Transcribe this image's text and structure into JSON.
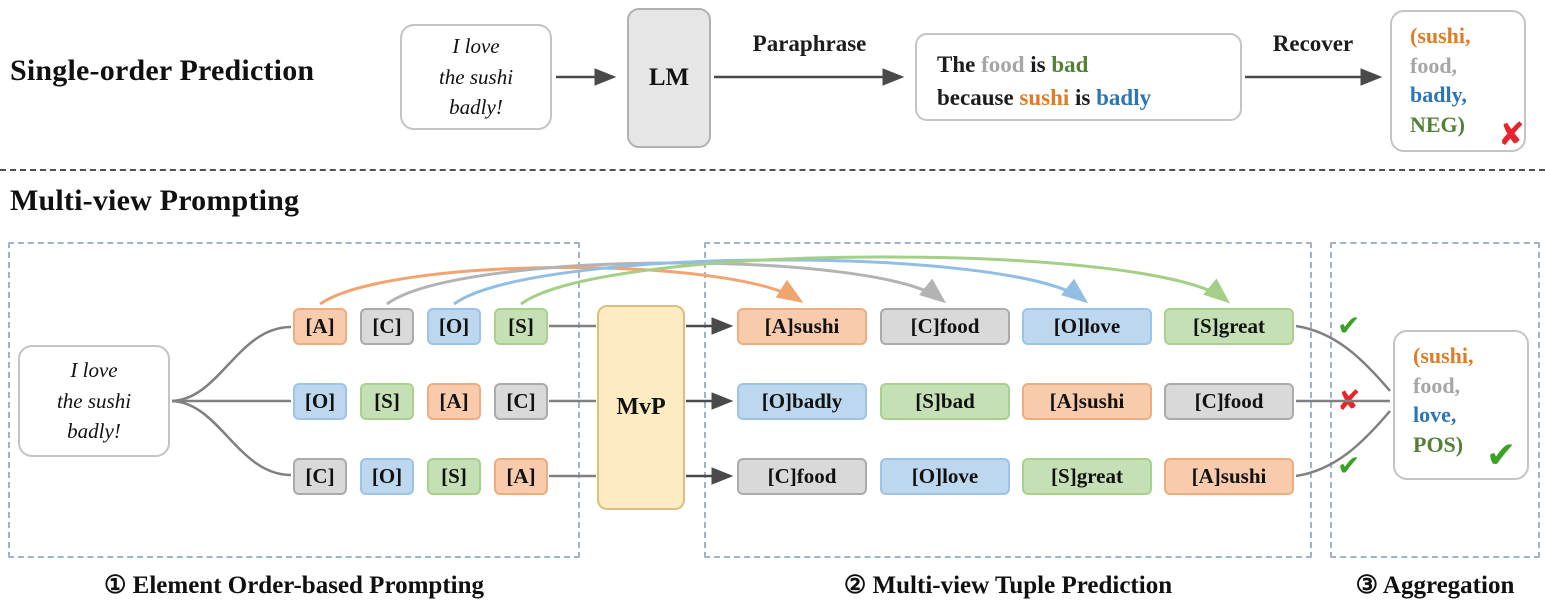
{
  "colors": {
    "orange_fill": "#F8CBAD",
    "orange_border": "#EDAD7E",
    "orange_text": "#E07B28",
    "gray_fill": "#D9D9D9",
    "gray_border": "#ABABAB",
    "gray_text": "#A6A6A6",
    "blue_fill": "#BDD7EE",
    "blue_border": "#9DC3E6",
    "blue_text": "#2E75B6",
    "green_fill": "#C5E0B4",
    "green_border": "#A9D18E",
    "green_text": "#538135",
    "mvp_fill": "#FDEBC2",
    "mvp_border": "#DDBE7E",
    "check_green": "#3BA226",
    "cross_red": "#E8232A",
    "dashed_border": "#9FB3C8",
    "arrow_gray": "#595959"
  },
  "single_order": {
    "title": "Single-order Prediction",
    "input": {
      "line1": "I love",
      "line2": "the sushi",
      "line3": "badly!"
    },
    "lm": "LM",
    "paraphrase": "Paraphrase",
    "recover": "Recover",
    "sentence": {
      "w_the": "The",
      "w_food": "food",
      "w_is1": "is",
      "w_bad": "bad",
      "w_because": "because",
      "w_sushi": "sushi",
      "w_is2": "is",
      "w_badly": "badly"
    },
    "tuple": {
      "l1": "(sushi,",
      "l2": "food,",
      "l3": "badly,",
      "l4": "NEG)"
    },
    "cross": "✘"
  },
  "multi_view": {
    "title": "Multi-view Prompting",
    "input": {
      "line1": "I love",
      "line2": "the sushi",
      "line3": "badly!"
    },
    "mvp": "MvP",
    "prompt_rows": [
      [
        "[A]",
        "[C]",
        "[O]",
        "[S]"
      ],
      [
        "[O]",
        "[S]",
        "[A]",
        "[C]"
      ],
      [
        "[C]",
        "[O]",
        "[S]",
        "[A]"
      ]
    ],
    "output_rows": [
      [
        "[A]sushi",
        "[C]food",
        "[O]love",
        "[S]great"
      ],
      [
        "[O]badly",
        "[S]bad",
        "[A]sushi",
        "[C]food"
      ],
      [
        "[C]food",
        "[O]love",
        "[S]great",
        "[A]sushi"
      ]
    ],
    "row_marks": {
      "row1": "✔",
      "row2": "✘",
      "row3": "✔"
    },
    "aggregation": {
      "l1": "(sushi,",
      "l2": "food,",
      "l3": "love,",
      "l4": "POS)",
      "mark": "✔"
    },
    "captions": {
      "step1": "① Element Order-based Prompting",
      "step2": "② Multi-view Tuple Prediction",
      "step3": "③ Aggregation"
    }
  }
}
